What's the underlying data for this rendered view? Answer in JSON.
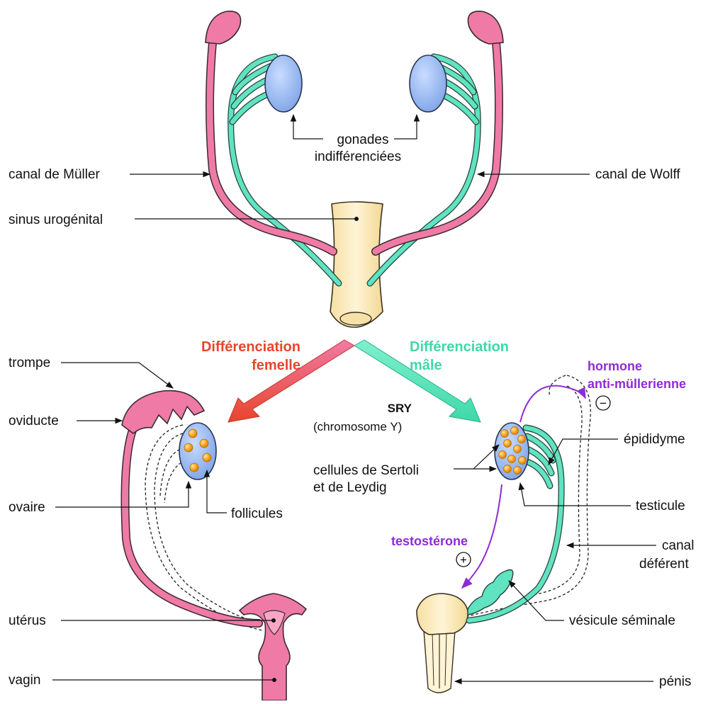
{
  "labels": {
    "gonads": [
      "gonades",
      "indifférenciées"
    ],
    "muller": "canal de Müller",
    "wolff": "canal de Wolff",
    "sinus": "sinus urogénital",
    "diff_female": [
      "Différenciation",
      "femelle"
    ],
    "diff_male": [
      "Différenciation",
      "mâle"
    ],
    "sry": "SRY",
    "chromosome": "(chromosome Y)",
    "trompe": "trompe",
    "oviducte": "oviducte",
    "ovaire": "ovaire",
    "follicules": "follicules",
    "uterus": "utérus",
    "vagin": "vagin",
    "amh": [
      "hormone",
      "anti-müllerienne"
    ],
    "minus": "−",
    "epididyme": "épididyme",
    "sertoli": [
      "cellules de Sertoli",
      "et de Leydig"
    ],
    "testicule": "testicule",
    "testosterone": "testostérone",
    "plus": "+",
    "canal_deferent": [
      "canal",
      "déférent"
    ],
    "vesicule": "vésicule séminale",
    "penis": "pénis"
  },
  "colors": {
    "muller_duct": "#f07aa6",
    "wolff_duct": "#5fe3c0",
    "gonad": "#8fb4ef",
    "sinus": "#fbe9b7",
    "follicle": "#f4a21c",
    "female_arrow": "#e8452c",
    "male_arrow": "#3fd8a8",
    "hormone": "#8e2bd6"
  }
}
